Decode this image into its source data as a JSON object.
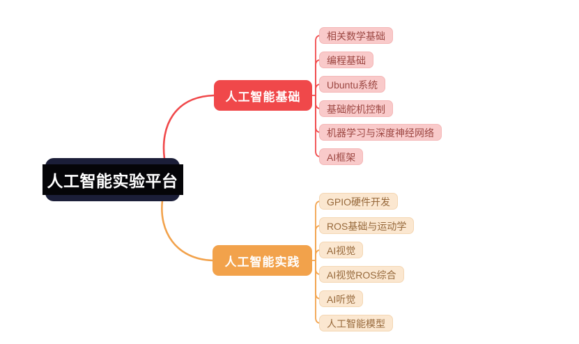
{
  "root": {
    "label": "人工智能实验平台",
    "bg_color": "#1b1e38",
    "highlight_color": "#050508",
    "text_color": "#ffffff"
  },
  "branches": [
    {
      "label": "人工智能基础",
      "color": "#f0484a",
      "child_bg": "#f9caca",
      "child_text_color": "#9c4742",
      "children": [
        {
          "label": "相关数学基础"
        },
        {
          "label": "编程基础"
        },
        {
          "label": "Ubuntu系统"
        },
        {
          "label": "基础舵机控制"
        },
        {
          "label": "机器学习与深度神经网络"
        },
        {
          "label": "AI框架"
        }
      ]
    },
    {
      "label": "人工智能实践",
      "color": "#f2a24b",
      "child_bg": "#fbe7d0",
      "child_text_color": "#96683a",
      "children": [
        {
          "label": "GPIO硬件开发"
        },
        {
          "label": "ROS基础与运动学"
        },
        {
          "label": "AI视觉"
        },
        {
          "label": "AI视觉ROS综合"
        },
        {
          "label": "AI听觉"
        },
        {
          "label": "人工智能模型"
        }
      ]
    }
  ]
}
